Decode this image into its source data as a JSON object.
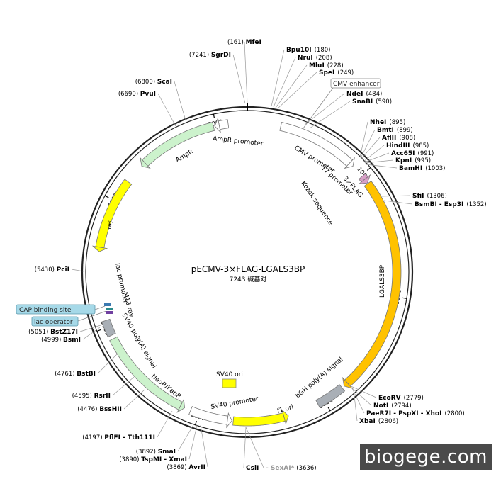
{
  "plasmid": {
    "name": "pECMV-3×FLAG-LGALS3BP",
    "size_label": "7243 碱基对",
    "length": 7243
  },
  "colors": {
    "backbone": "#222222",
    "AmpR": "#ccf2cc",
    "NeoR": "#ccf2cc",
    "ori": "#ffff00",
    "f1_ori": "#ffff00",
    "SV40_ori": "#ffff00",
    "LGALS3BP": "#ffc200",
    "FLAG": "#d8a0c8",
    "promoter": "#ffffff",
    "polyA": "#a9afb6",
    "CAP": "#3c7ab0",
    "lac_op": "#7040a0",
    "M13": "#2a8a8a",
    "callout_bg": "#a6d9e8"
  },
  "ticks": [
    {
      "pos": 1000,
      "label": "1000"
    },
    {
      "pos": 2000,
      "label": "2000"
    },
    {
      "pos": 3000,
      "label": "3000"
    },
    {
      "pos": 4000,
      "label": "4000"
    },
    {
      "pos": 5000,
      "label": "5000"
    },
    {
      "pos": 6000,
      "label": "6000"
    },
    {
      "pos": 7000,
      "label": "7000"
    }
  ],
  "features": [
    {
      "id": "cmv-enhancer",
      "label": "CMV enhancer",
      "start": 259,
      "end": 640,
      "kind": "callout",
      "color_key": "promoter"
    },
    {
      "id": "cmv-promoter",
      "label": "CMV promoter",
      "start": 260,
      "end": 904,
      "kind": "arrow",
      "color_key": "promoter"
    },
    {
      "id": "t7-promoter",
      "label": "T7 promoter",
      "start": 951,
      "end": 969,
      "kind": "tiny",
      "color_key": "promoter"
    },
    {
      "id": "flag",
      "label": "3×FLAG",
      "start": 1010,
      "end": 1075,
      "kind": "arrow",
      "color_key": "FLAG"
    },
    {
      "id": "kozak",
      "label": "Kozak sequence",
      "start": 990,
      "end": 1000,
      "kind": "tiny",
      "color_key": "promoter"
    },
    {
      "id": "lgals3bp",
      "label": "LGALS3BP",
      "start": 1080,
      "end": 2810,
      "kind": "arrow",
      "color_key": "LGALS3BP"
    },
    {
      "id": "bgh-polya",
      "label": "bGH poly(A) signal",
      "start": 2830,
      "end": 3055,
      "kind": "box",
      "color_key": "polyA"
    },
    {
      "id": "f1-ori",
      "label": "f1 ori",
      "start": 3300,
      "end": 3730,
      "kind": "arrow-rev",
      "color_key": "f1_ori"
    },
    {
      "id": "sv40-promoter",
      "label": "SV40 promoter",
      "start": 3740,
      "end": 4070,
      "kind": "arrow-rev",
      "color_key": "promoter"
    },
    {
      "id": "sv40-ori",
      "label": "SV40 ori",
      "kind": "inner",
      "color_key": "SV40_ori"
    },
    {
      "id": "neor",
      "label": "NeoR/KanR",
      "start": 4120,
      "end": 4900,
      "kind": "arrow-rev",
      "color_key": "NeoR"
    },
    {
      "id": "sv40-polya",
      "label": "SV40 poly(A) signal",
      "start": 4930,
      "end": 5052,
      "kind": "box",
      "color_key": "polyA"
    },
    {
      "id": "lac-promoter",
      "label": "lac promoter",
      "start": 5170,
      "end": 5400,
      "kind": "label-only",
      "color_key": "promoter"
    },
    {
      "id": "ori",
      "label": "ori",
      "start": 5590,
      "end": 6180,
      "kind": "arrow-rev",
      "color_key": "ori"
    },
    {
      "id": "ampr",
      "label": "AmpR",
      "start": 6340,
      "end": 6980,
      "kind": "arrow-rev",
      "color_key": "AmpR"
    },
    {
      "id": "ampr-promoter",
      "label": "AmpR promoter",
      "start": 6990,
      "end": 7095,
      "kind": "arrow-rev",
      "color_key": "promoter"
    },
    {
      "id": "m13-rev",
      "label": "M13 rev",
      "start": 5085,
      "end": 5102,
      "kind": "tiny",
      "color_key": "M13"
    }
  ],
  "callouts": [
    {
      "id": "cap-binding",
      "label": "CAP binding site"
    },
    {
      "id": "lac-operator",
      "label": "lac operator"
    },
    {
      "id": "cmv-enh",
      "label": "CMV enhancer"
    }
  ],
  "sites": [
    {
      "name": "MfeI",
      "pos_label": "(161)",
      "side": "right"
    },
    {
      "name": "SgrDI",
      "pos_label": "(7241)",
      "side": "left"
    },
    {
      "name": "Bpu10I",
      "pos_label": "(180)",
      "side": "right"
    },
    {
      "name": "NruI",
      "pos_label": "(208)",
      "side": "right"
    },
    {
      "name": "MluI",
      "pos_label": "(228)",
      "side": "right"
    },
    {
      "name": "SpeI",
      "pos_label": "(249)",
      "side": "right"
    },
    {
      "name": "ScaI",
      "pos_label": "(6800)",
      "side": "left"
    },
    {
      "name": "PvuI",
      "pos_label": "(6690)",
      "side": "left"
    },
    {
      "name": "NdeI",
      "pos_label": "(484)",
      "side": "right"
    },
    {
      "name": "SnaBI",
      "pos_label": "(590)",
      "side": "right"
    },
    {
      "name": "NheI",
      "pos_label": "(895)",
      "side": "right"
    },
    {
      "name": "BmtI",
      "pos_label": "(899)",
      "side": "right"
    },
    {
      "name": "AflII",
      "pos_label": "(908)",
      "side": "right"
    },
    {
      "name": "HindIII",
      "pos_label": "(985)",
      "side": "right"
    },
    {
      "name": "Acc65I",
      "pos_label": "(991)",
      "side": "right"
    },
    {
      "name": "KpnI",
      "pos_label": "(995)",
      "side": "right"
    },
    {
      "name": "BamHI",
      "pos_label": "(1003)",
      "side": "right"
    },
    {
      "name": "SfiI",
      "pos_label": "(1306)",
      "side": "right"
    },
    {
      "name": "BsmBI - Esp3I",
      "pos_label": "(1352)",
      "side": "right"
    },
    {
      "name": "PciI",
      "pos_label": "(5430)",
      "side": "left"
    },
    {
      "name": "BstZ17I",
      "pos_label": "(5051)",
      "side": "left"
    },
    {
      "name": "BsmI",
      "pos_label": "(4999)",
      "side": "left"
    },
    {
      "name": "BstBI",
      "pos_label": "(4761)",
      "side": "left"
    },
    {
      "name": "RsrII",
      "pos_label": "(4595)",
      "side": "left"
    },
    {
      "name": "BssHII",
      "pos_label": "(4476)",
      "side": "left"
    },
    {
      "name": "PflFI - Tth111I",
      "pos_label": "(4197)",
      "side": "left"
    },
    {
      "name": "SmaI",
      "pos_label": "(3892)",
      "side": "left"
    },
    {
      "name": "TspMI - XmaI",
      "pos_label": "(3890)",
      "side": "left"
    },
    {
      "name": "AvrII",
      "pos_label": "(3869)",
      "side": "left"
    },
    {
      "name": "CsiI",
      "pos_label": "",
      "side": "mid"
    },
    {
      "name": "SexAI*",
      "pos_label": "(3636)",
      "side": "mid"
    },
    {
      "name": "EcoRV",
      "pos_label": "(2779)",
      "side": "right"
    },
    {
      "name": "NotI",
      "pos_label": "(2794)",
      "side": "right"
    },
    {
      "name": "PaeR7I - PspXI - XhoI",
      "pos_label": "(2800)",
      "side": "right"
    },
    {
      "name": "XbaI",
      "pos_label": "(2806)",
      "side": "right"
    }
  ],
  "watermark": "biogege.com"
}
